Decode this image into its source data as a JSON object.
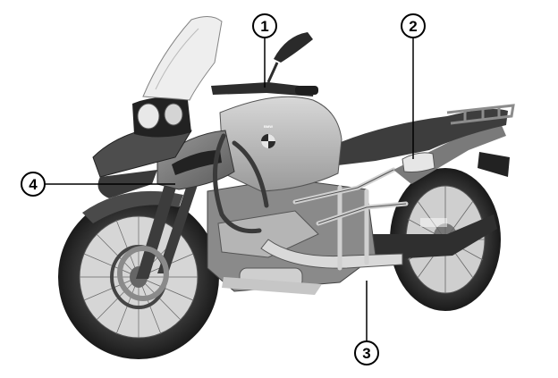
{
  "figure": {
    "subject": "motorcycle",
    "brand_badge": "BMW",
    "callouts": [
      {
        "number": "1"
      },
      {
        "number": "2"
      },
      {
        "number": "3"
      },
      {
        "number": "4"
      }
    ]
  }
}
